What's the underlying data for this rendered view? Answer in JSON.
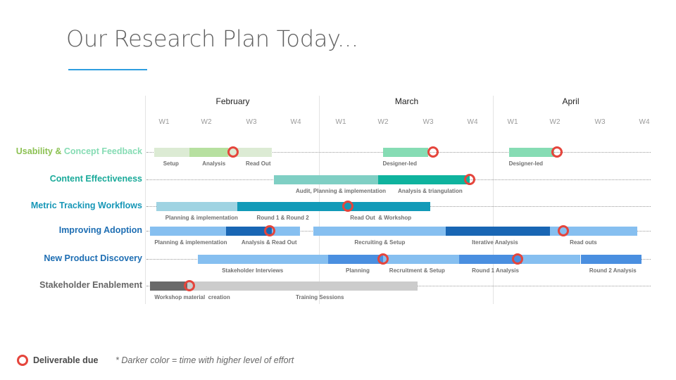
{
  "title": "Our Research Plan Today...",
  "months": [
    "February",
    "March",
    "April"
  ],
  "weeks": [
    "W1",
    "W2",
    "W3",
    "W4",
    "W1",
    "W2",
    "W3",
    "W4",
    "W1",
    "W2",
    "W3",
    "W4"
  ],
  "rows": [
    {
      "label_parts": [
        {
          "text": "Usability & ",
          "color": "#8cc152"
        },
        {
          "text": "Concept Feedback",
          "color": "#86dcb4"
        }
      ],
      "segments": [
        {
          "start": 0.2,
          "end": 1.0,
          "color": "#dcebd4"
        },
        {
          "start": 1.0,
          "end": 1.9,
          "color": "#b7e0a0"
        },
        {
          "start": 1.9,
          "end": 2.9,
          "color": "#dcebd4"
        },
        {
          "start": 5.45,
          "end": 6.5,
          "color": "#86dcb4"
        },
        {
          "start": 8.35,
          "end": 9.4,
          "color": "#86dcb4"
        }
      ],
      "segment_labels": [
        {
          "text": "Setup",
          "pos": 0.4
        },
        {
          "text": "Analysis",
          "pos": 1.3
        },
        {
          "text": "Read Out",
          "pos": 2.3
        },
        {
          "text": "Designer-led",
          "pos": 5.45
        },
        {
          "text": "Designer-led",
          "pos": 8.35
        }
      ],
      "deliverables": [
        2.0,
        6.6,
        9.45
      ]
    },
    {
      "label_parts": [
        {
          "text": "Content Effectiveness",
          "color": "#1aaa9a"
        }
      ],
      "segments": [
        {
          "start": 2.95,
          "end": 5.35,
          "color": "#7fcfc4"
        },
        {
          "start": 5.35,
          "end": 7.45,
          "color": "#0fb39e"
        }
      ],
      "segment_labels": [
        {
          "text": "Audit, Planning & implementation",
          "pos": 3.45
        },
        {
          "text": "Analysis & triangulation",
          "pos": 5.8
        }
      ],
      "deliverables": [
        7.45
      ]
    },
    {
      "label_parts": [
        {
          "text": "Metric Tracking Workflows",
          "color": "#1797b7"
        }
      ],
      "segments": [
        {
          "start": 0.25,
          "end": 2.1,
          "color": "#9fd3e2"
        },
        {
          "start": 2.1,
          "end": 6.55,
          "color": "#129ab8"
        }
      ],
      "segment_labels": [
        {
          "text": "Planning & implementation",
          "pos": 0.45
        },
        {
          "text": "Round 1 & Round 2",
          "pos": 2.55
        },
        {
          "text": "Read Out  & Workshop",
          "pos": 4.7
        }
      ],
      "deliverables": [
        4.65
      ]
    },
    {
      "label_parts": [
        {
          "text": "Improving Adoption",
          "color": "#1e6eb3"
        }
      ],
      "segments": [
        {
          "start": 0.1,
          "end": 1.85,
          "color": "#86bff0"
        },
        {
          "start": 1.85,
          "end": 2.9,
          "color": "#1966b4"
        },
        {
          "start": 2.9,
          "end": 3.55,
          "color": "#86bff0"
        },
        {
          "start": 3.85,
          "end": 6.9,
          "color": "#86bff0"
        },
        {
          "start": 6.9,
          "end": 9.3,
          "color": "#1966b4"
        },
        {
          "start": 9.3,
          "end": 11.3,
          "color": "#86bff0"
        }
      ],
      "segment_labels": [
        {
          "text": "Planning & implementation",
          "pos": 0.2
        },
        {
          "text": "Analysis & Read Out",
          "pos": 2.2
        },
        {
          "text": "Recruiting & Setup",
          "pos": 4.8
        },
        {
          "text": "Iterative Analysis",
          "pos": 7.5
        },
        {
          "text": "Read outs",
          "pos": 9.75
        }
      ],
      "deliverables": [
        2.85,
        9.6
      ]
    },
    {
      "label_parts": [
        {
          "text": "New Product Discovery",
          "color": "#1e6eb3"
        }
      ],
      "segments": [
        {
          "start": 1.2,
          "end": 4.2,
          "color": "#86bff0"
        },
        {
          "start": 4.2,
          "end": 5.45,
          "color": "#4a8fe0"
        },
        {
          "start": 5.45,
          "end": 7.2,
          "color": "#86bff0"
        },
        {
          "start": 7.2,
          "end": 8.65,
          "color": "#4a8fe0"
        },
        {
          "start": 8.65,
          "end": 10.0,
          "color": "#86bff0"
        },
        {
          "start": 10.0,
          "end": 11.4,
          "color": "#4a8fe0"
        }
      ],
      "segment_labels": [
        {
          "text": "Stakeholder Interviews",
          "pos": 1.75
        },
        {
          "text": "Planning",
          "pos": 4.6
        },
        {
          "text": "Recruitment & Setup",
          "pos": 5.6
        },
        {
          "text": "Round 1 Analysis",
          "pos": 7.5
        },
        {
          "text": "Round 2 Analysis",
          "pos": 10.2
        }
      ],
      "deliverables": [
        5.45,
        8.55
      ]
    },
    {
      "label_parts": [
        {
          "text": "Stakeholder Enablement",
          "color": "#666666"
        }
      ],
      "segments": [
        {
          "start": 0.1,
          "end": 0.95,
          "color": "#6a6a6a"
        },
        {
          "start": 0.95,
          "end": 6.25,
          "color": "#cccccc"
        }
      ],
      "segment_labels": [
        {
          "text": "Workshop material  creation",
          "pos": 0.2
        },
        {
          "text": "Training Sessions",
          "pos": 3.45
        }
      ],
      "deliverables": [
        1.0
      ]
    }
  ],
  "legend": {
    "deliverable_label": "Deliverable due",
    "note": "* Darker color = time with higher level of effort",
    "marker_color": "#e5453c"
  }
}
